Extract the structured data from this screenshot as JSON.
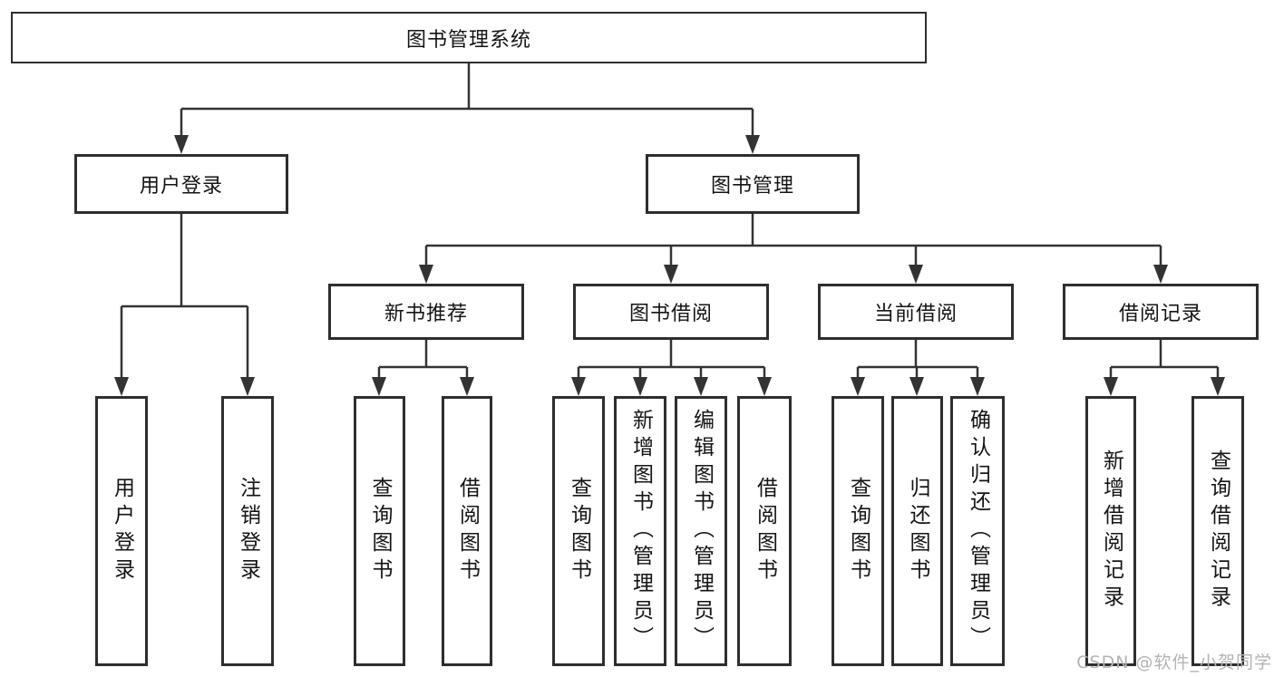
{
  "diagram": {
    "type": "hierarchy-tree",
    "title": "图书管理系统",
    "colors": {
      "background": "#ffffff",
      "line": "#333333",
      "box_border": "#2e2e2e",
      "text": "#141414",
      "watermark": "#b3b3b3"
    },
    "tree": {
      "root": {
        "label": "图书管理系统",
        "children": [
          {
            "label": "用户登录",
            "children": [
              {
                "label": "用户登录"
              },
              {
                "label": "注销登录"
              }
            ]
          },
          {
            "label": "图书管理",
            "children": [
              {
                "label": "新书推荐",
                "children": [
                  {
                    "label": "查询图书"
                  },
                  {
                    "label": "借阅图书"
                  }
                ]
              },
              {
                "label": "图书借阅",
                "children": [
                  {
                    "label": "查询图书"
                  },
                  {
                    "label": "新增图书（管理员）"
                  },
                  {
                    "label": "编辑图书（管理员）"
                  },
                  {
                    "label": "借阅图书"
                  }
                ]
              },
              {
                "label": "当前借阅",
                "children": [
                  {
                    "label": "查询图书"
                  },
                  {
                    "label": "归还图书"
                  },
                  {
                    "label": "确认归还（管理员）"
                  }
                ]
              },
              {
                "label": "借阅记录",
                "children": [
                  {
                    "label": "新增借阅记录"
                  },
                  {
                    "label": "查询借阅记录"
                  }
                ]
              }
            ]
          }
        ]
      }
    },
    "watermark": "CSDN @软件_小贺同学"
  }
}
